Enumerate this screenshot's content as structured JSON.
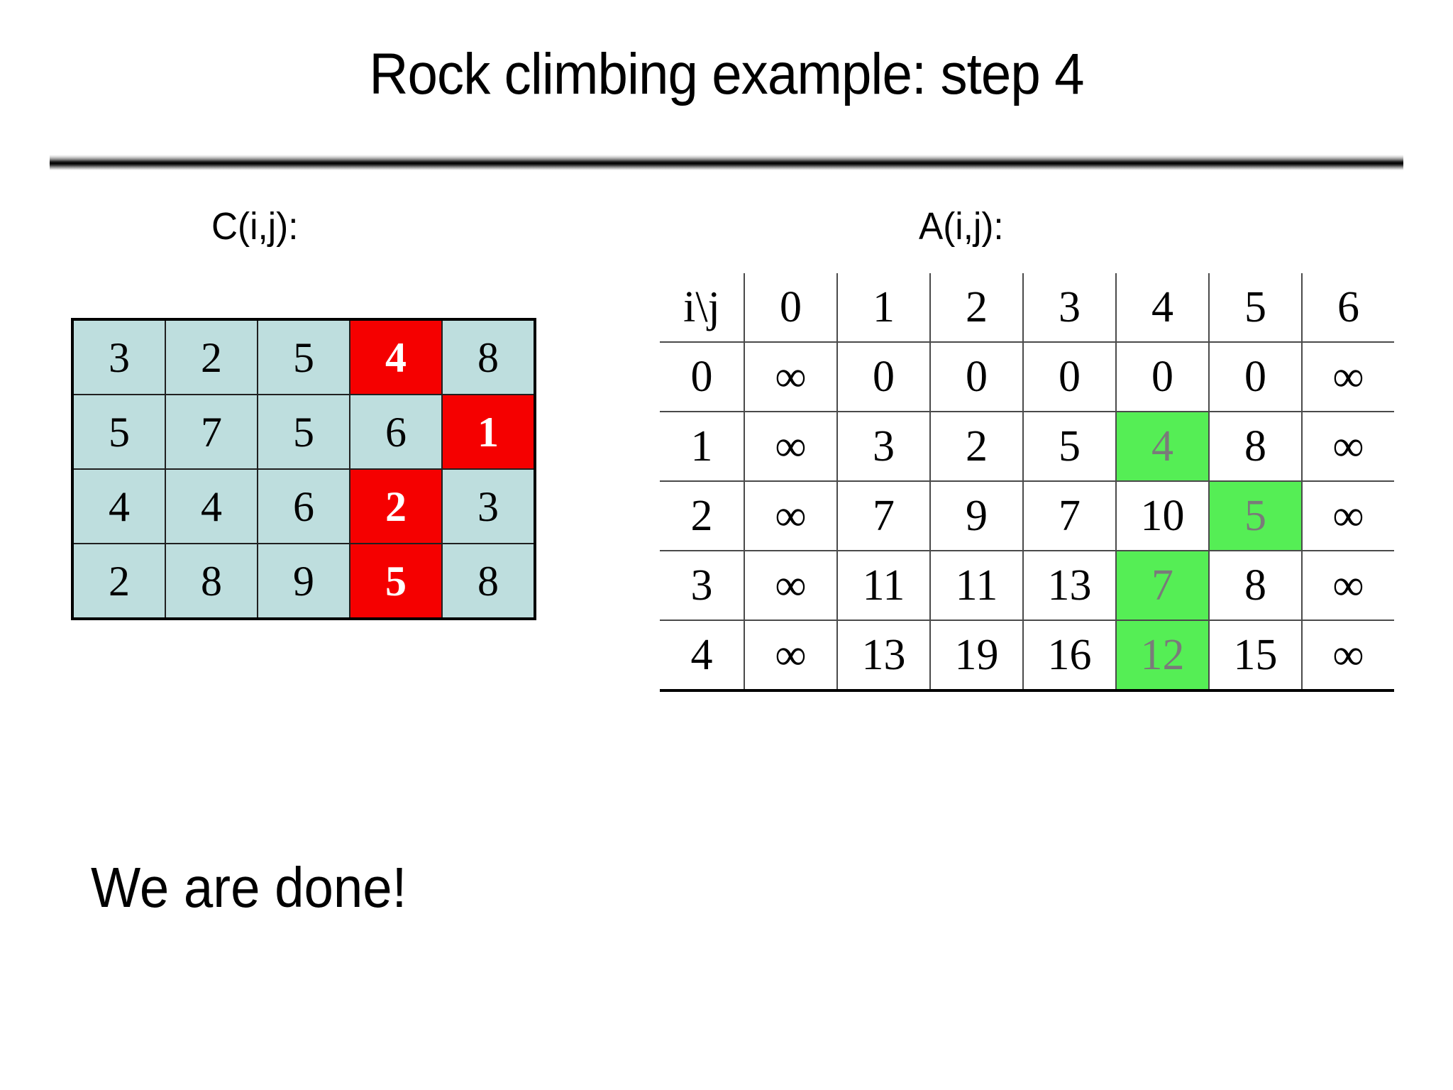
{
  "slide": {
    "title": "Rock climbing example: step 4",
    "footer_note": "We are done!"
  },
  "colors": {
    "c_cell_fill": "#bedede",
    "c_highlight_fill": "#f50000",
    "c_highlight_text": "#ffffff",
    "a_cell_fill": "#ffffff",
    "a_highlight_fill": "#55ee55",
    "a_highlight_text": "#7a7a7a",
    "border": "#202020",
    "text": "#000000"
  },
  "c_matrix": {
    "caption": "C(i,j):",
    "rows": [
      [
        {
          "value": "3",
          "highlight": false
        },
        {
          "value": "2",
          "highlight": false
        },
        {
          "value": "5",
          "highlight": false
        },
        {
          "value": "4",
          "highlight": true
        },
        {
          "value": "8",
          "highlight": false
        }
      ],
      [
        {
          "value": "5",
          "highlight": false
        },
        {
          "value": "7",
          "highlight": false
        },
        {
          "value": "5",
          "highlight": false
        },
        {
          "value": "6",
          "highlight": false
        },
        {
          "value": "1",
          "highlight": true
        }
      ],
      [
        {
          "value": "4",
          "highlight": false
        },
        {
          "value": "4",
          "highlight": false
        },
        {
          "value": "6",
          "highlight": false
        },
        {
          "value": "2",
          "highlight": true
        },
        {
          "value": "3",
          "highlight": false
        }
      ],
      [
        {
          "value": "2",
          "highlight": false
        },
        {
          "value": "8",
          "highlight": false
        },
        {
          "value": "9",
          "highlight": false
        },
        {
          "value": "5",
          "highlight": true
        },
        {
          "value": "8",
          "highlight": false
        }
      ]
    ]
  },
  "a_matrix": {
    "caption": "A(i,j):",
    "corner_label": "i\\j",
    "column_headers": [
      "0",
      "1",
      "2",
      "3",
      "4",
      "5",
      "6"
    ],
    "rows": [
      {
        "header": "0",
        "cells": [
          {
            "value": "∞",
            "highlight": false
          },
          {
            "value": "0",
            "highlight": false
          },
          {
            "value": "0",
            "highlight": false
          },
          {
            "value": "0",
            "highlight": false
          },
          {
            "value": "0",
            "highlight": false
          },
          {
            "value": "0",
            "highlight": false
          },
          {
            "value": "∞",
            "highlight": false
          }
        ]
      },
      {
        "header": "1",
        "cells": [
          {
            "value": "∞",
            "highlight": false
          },
          {
            "value": "3",
            "highlight": false
          },
          {
            "value": "2",
            "highlight": false
          },
          {
            "value": "5",
            "highlight": false
          },
          {
            "value": "4",
            "highlight": true
          },
          {
            "value": "8",
            "highlight": false
          },
          {
            "value": "∞",
            "highlight": false
          }
        ]
      },
      {
        "header": "2",
        "cells": [
          {
            "value": "∞",
            "highlight": false
          },
          {
            "value": "7",
            "highlight": false
          },
          {
            "value": "9",
            "highlight": false
          },
          {
            "value": "7",
            "highlight": false
          },
          {
            "value": "10",
            "highlight": false
          },
          {
            "value": "5",
            "highlight": true
          },
          {
            "value": "∞",
            "highlight": false
          }
        ]
      },
      {
        "header": "3",
        "cells": [
          {
            "value": "∞",
            "highlight": false
          },
          {
            "value": "11",
            "highlight": false
          },
          {
            "value": "11",
            "highlight": false
          },
          {
            "value": "13",
            "highlight": false
          },
          {
            "value": "7",
            "highlight": true
          },
          {
            "value": "8",
            "highlight": false
          },
          {
            "value": "∞",
            "highlight": false
          }
        ]
      },
      {
        "header": "4",
        "cells": [
          {
            "value": "∞",
            "highlight": false
          },
          {
            "value": "13",
            "highlight": false
          },
          {
            "value": "19",
            "highlight": false
          },
          {
            "value": "16",
            "highlight": false
          },
          {
            "value": "12",
            "highlight": true
          },
          {
            "value": "15",
            "highlight": false
          },
          {
            "value": "∞",
            "highlight": false
          }
        ]
      }
    ]
  }
}
